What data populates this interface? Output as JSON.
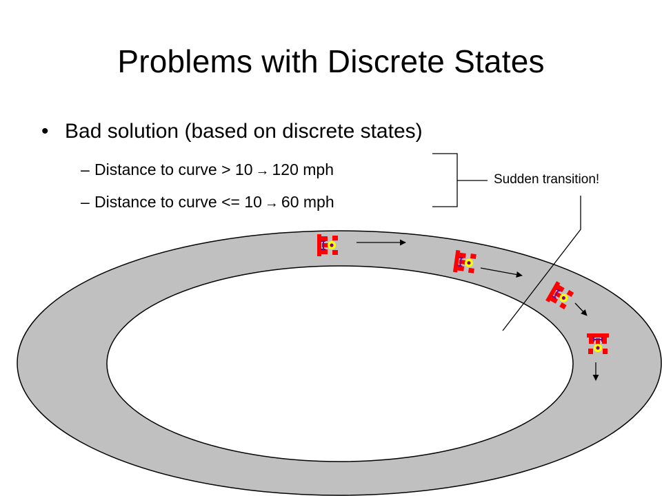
{
  "slide": {
    "title": "Problems with Discrete States",
    "bullet": {
      "marker": "•",
      "text": "Bad solution (based on discrete states)"
    },
    "sub_bullets": [
      {
        "marker": "–",
        "before": "Distance to curve > 10",
        "arrow": "→",
        "after": "120 mph"
      },
      {
        "marker": "–",
        "before": "Distance to curve <= 10",
        "arrow": "→",
        "after": "60 mph"
      }
    ],
    "callout": "Sudden transition!",
    "colors": {
      "track": "#c0c0c0",
      "track_edge": "#000000",
      "car_body": "#ff0000",
      "car_cockpit": "#ffff00",
      "car_accent": "#800080"
    }
  }
}
